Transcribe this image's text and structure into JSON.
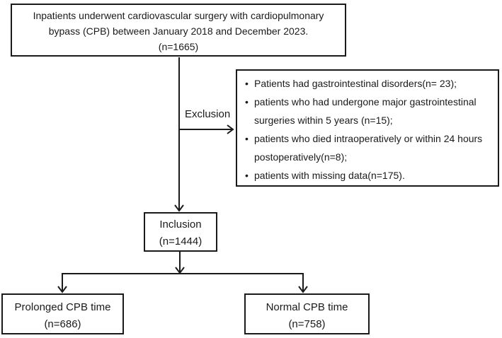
{
  "palette": {
    "background": "#ffffff",
    "ink": "#1a1a1a"
  },
  "top_box": {
    "lines": [
      "Inpatients underwent cardiovascular surgery with cardiopulmonary",
      "bypass (CPB) between January 2018 and December 2023.",
      "(n=1665)"
    ]
  },
  "exclusion_label": "Exclusion",
  "exclusion_box": {
    "items": [
      "Patients had gastrointestinal disorders(n= 23);",
      "patients who had undergone major gastrointestinal surgeries within 5 years (n=15);",
      "patients who died intraoperatively or within 24 hours postoperatively(n=8);",
      "patients with missing data(n=175)."
    ]
  },
  "inclusion_box": {
    "lines": [
      "Inclusion",
      "(n=1444)"
    ]
  },
  "prolonged_box": {
    "lines": [
      "Prolonged CPB time",
      "(n=686)"
    ]
  },
  "normal_box": {
    "lines": [
      "Normal CPB time",
      "(n=758)"
    ]
  }
}
